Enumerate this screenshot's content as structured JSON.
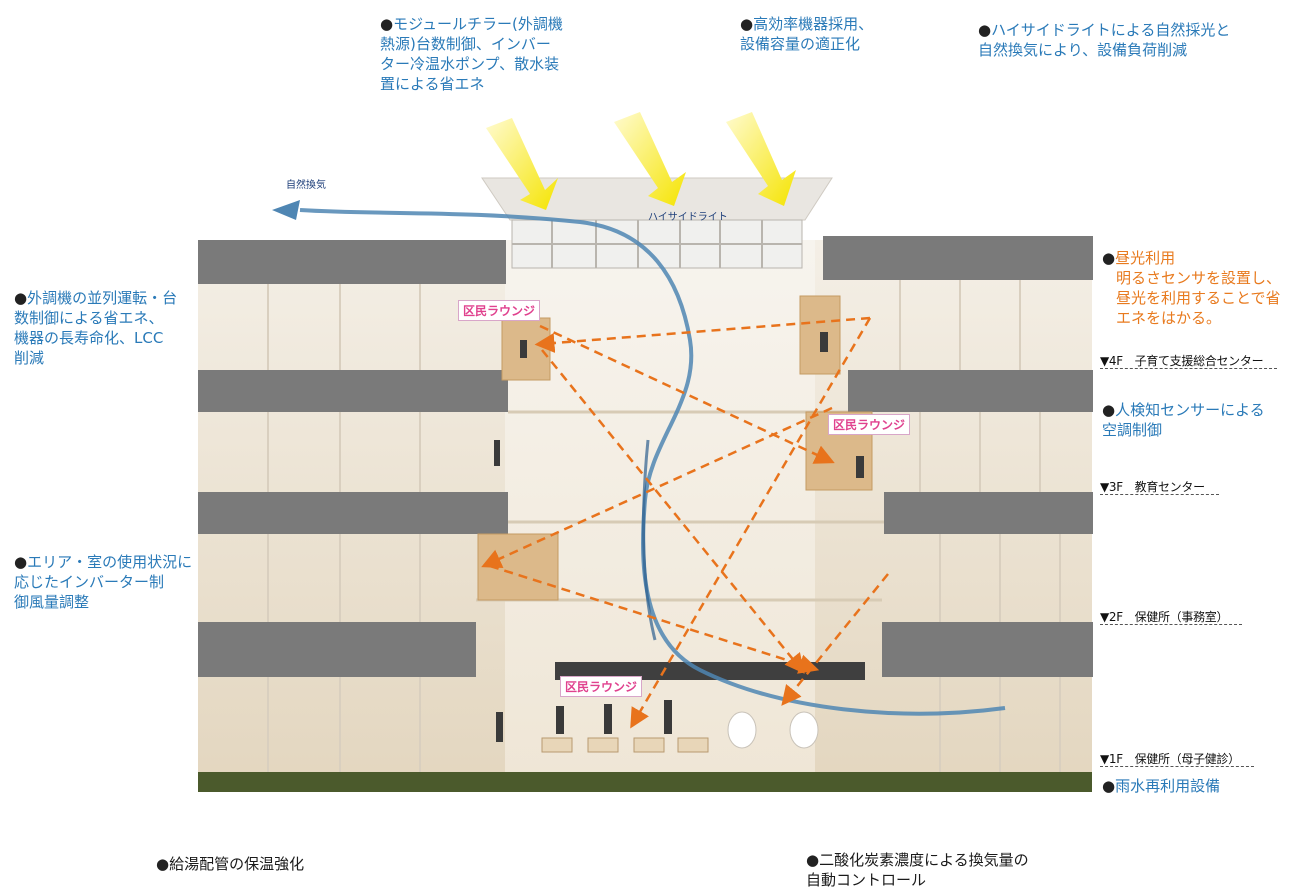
{
  "notes": {
    "top_left": "モジュールチラー(外調機\n熱源)台数制御、インバー\nター冷温水ポンプ、散水装\n置による省エネ",
    "top_middle": "高効率機器採用、\n設備容量の適正化",
    "top_right": "ハイサイドライトによる自然採光と\n自然換気により、設備負荷削減",
    "left_upper": "外調機の並列運転・台\n数制御による省エネ、\n機器の長寿命化、LCC\n削減",
    "left_lower": "エリア・室の使用状況に\n応じたインバーター制\n御風量調整",
    "right_daylight_title": "昼光利用",
    "right_daylight_body": "明るさセンサを設置し、\n昼光を利用することで省\nエネをはかる。",
    "right_sensor": "人検知センサーによる\n空調制御",
    "right_rain": "雨水再利用設備",
    "bottom_left": "給湯配管の保温強化",
    "bottom_right": "二酸化炭素濃度による換気量の\n自動コントロール",
    "bullet": "●"
  },
  "floors": {
    "f4": "▼4F　子育て支援総合センター",
    "f3": "▼3F　教育センター",
    "f2": "▼2F　保健所（事務室）",
    "f1": "▼1F　保健所（母子健診）"
  },
  "labels": {
    "natural_ventilation": "自然換気",
    "high_side_light": "ハイサイドライト",
    "lounge": "区民ラウンジ"
  },
  "colors": {
    "note_blue": "#2a7ab8",
    "note_orange": "#e87a1e",
    "lounge_pink": "#e0418e",
    "airflow": "#4f86b3",
    "daylight_arrow": "#e8731c",
    "sun_ray": "#f5e400",
    "slab": "#7a7a7a"
  }
}
